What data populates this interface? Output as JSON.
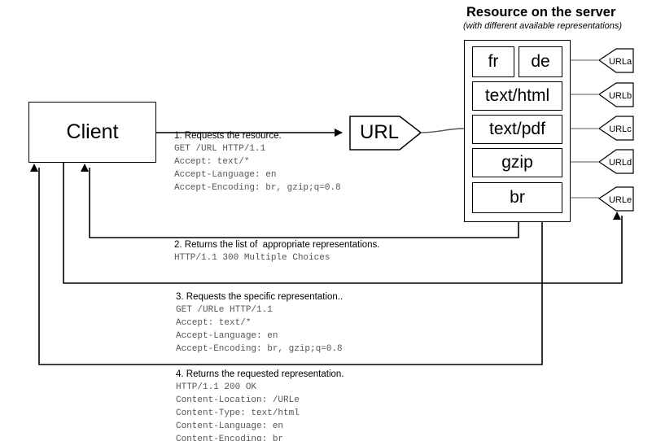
{
  "server": {
    "title": "Resource on the server",
    "subtitle": "(with different available representations)",
    "representations": [
      {
        "id": "fr",
        "label": "fr"
      },
      {
        "id": "de",
        "label": "de"
      },
      {
        "id": "text-html",
        "label": "text/html"
      },
      {
        "id": "text-pdf",
        "label": "text/pdf"
      },
      {
        "id": "gzip",
        "label": "gzip"
      },
      {
        "id": "br",
        "label": "br"
      }
    ],
    "url_tags": [
      {
        "id": "urla",
        "label": "URLa"
      },
      {
        "id": "urlb",
        "label": "URLb"
      },
      {
        "id": "urlc",
        "label": "URLc"
      },
      {
        "id": "urld",
        "label": "URLd"
      },
      {
        "id": "urle",
        "label": "URLe"
      }
    ]
  },
  "client": {
    "label": "Client"
  },
  "url_node": {
    "label": "URL"
  },
  "steps": [
    {
      "id": "step-1",
      "title": "1. Requests the resource.",
      "code": "GET /URL HTTP/1.1\nAccept: text/*\nAccept-Language: en\nAccept-Encoding: br, gzip;q=0.8"
    },
    {
      "id": "step-2",
      "title": "2. Returns the list of  appropriate representations.",
      "code": "HTTP/1.1 300 Multiple Choices"
    },
    {
      "id": "step-3",
      "title": "3. Requests the specific representation..",
      "code": "GET /URLe HTTP/1.1\nAccept: text/*\nAccept-Language: en\nAccept-Encoding: br, gzip;q=0.8"
    },
    {
      "id": "step-4",
      "title": "4. Returns the requested representation.",
      "code": "HTTP/1.1 200 OK\nContent-Location: /URLe\nContent-Type: text/html\nContent-Language: en\nContent-Encoding: br"
    }
  ],
  "colors": {
    "stroke": "#000000",
    "code_text": "#555555",
    "background": "#ffffff"
  }
}
